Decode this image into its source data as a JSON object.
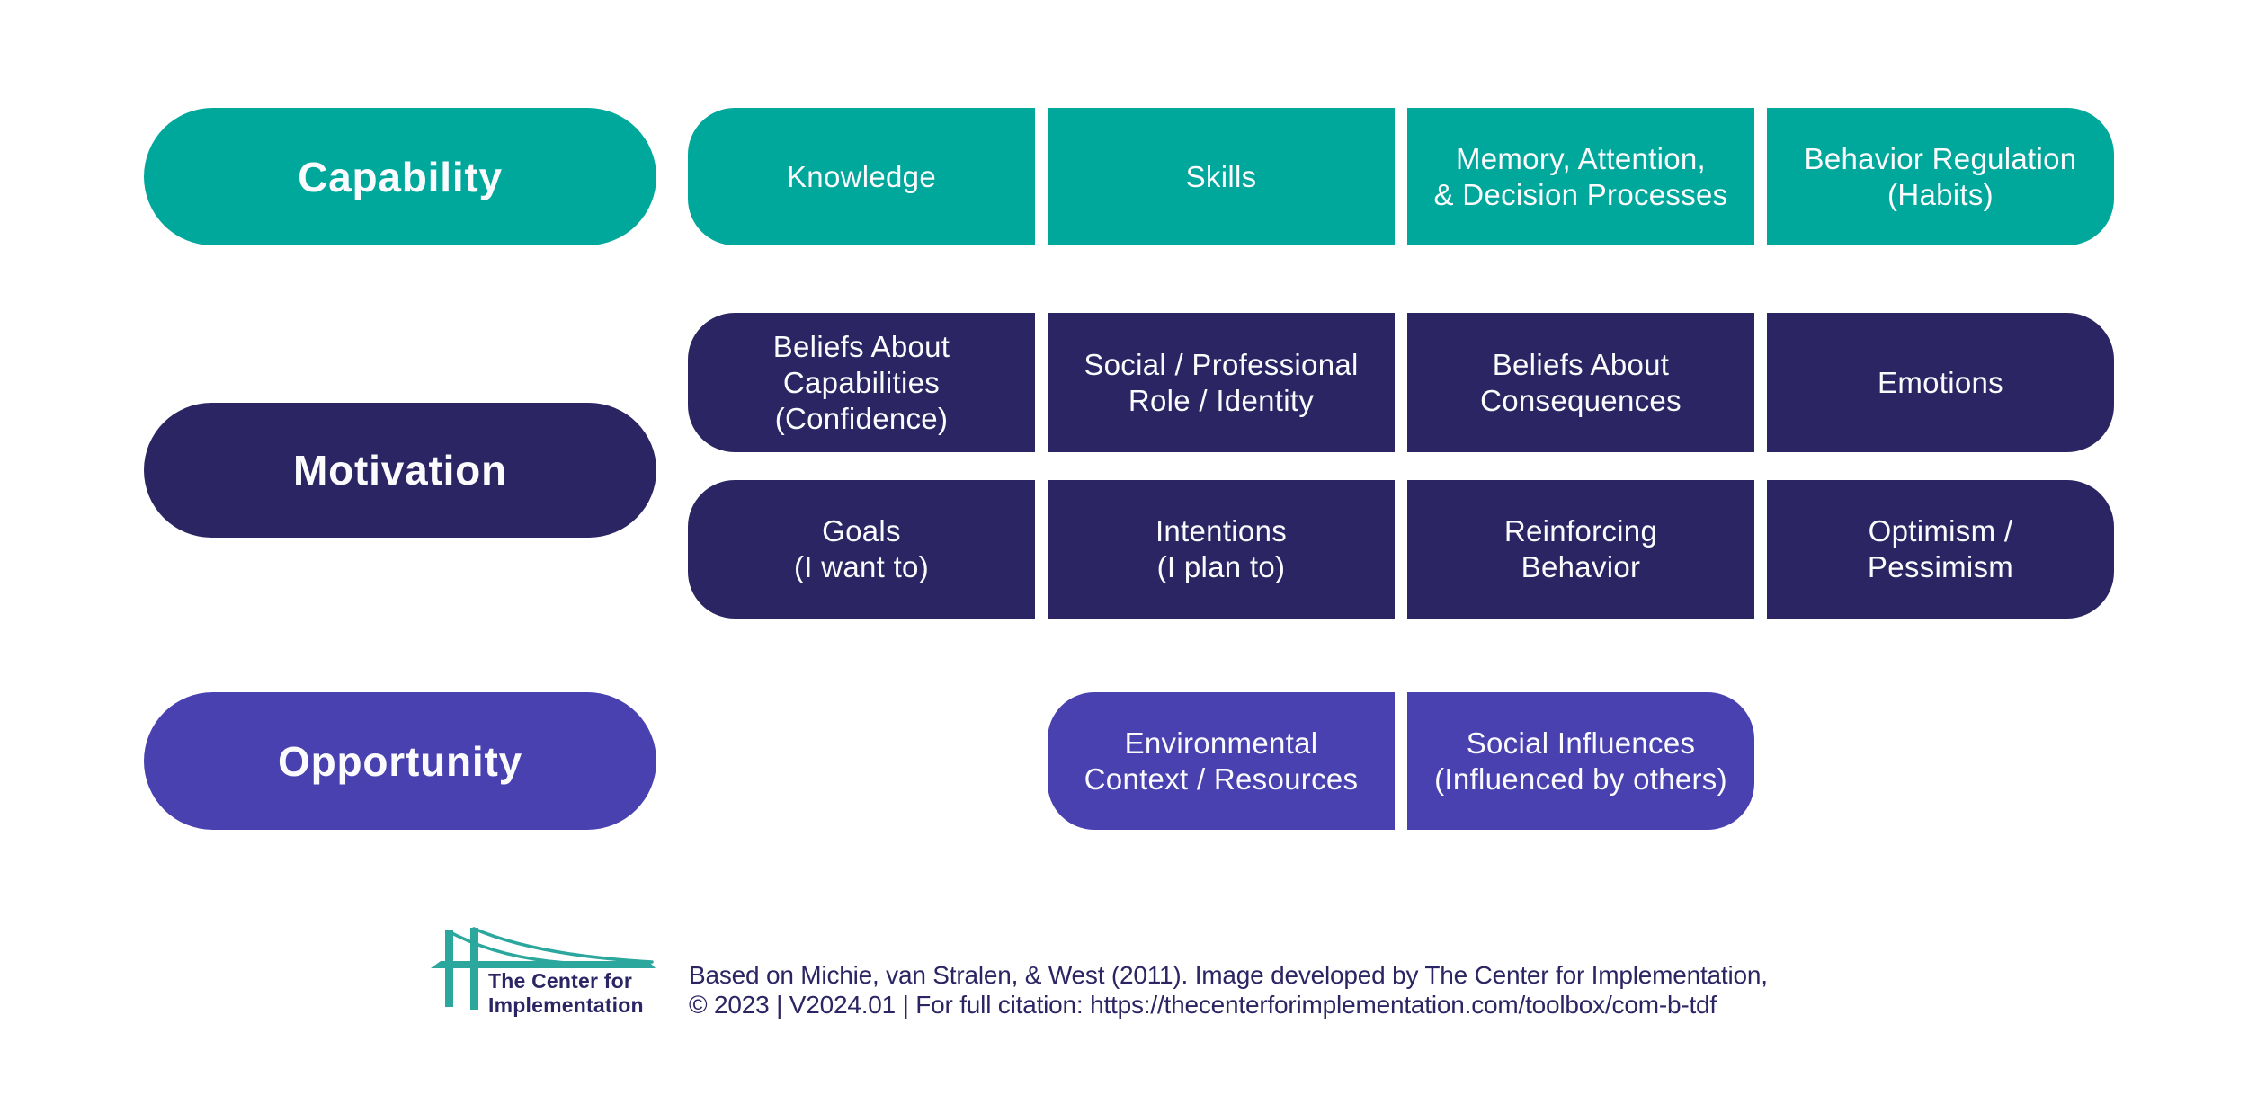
{
  "colors": {
    "background": "#FFFFFF",
    "teal": "#00A79B",
    "navy": "#2B2663",
    "purple": "#4841AF",
    "label": "#FBFBFE",
    "logo-teal": "#2BA79D"
  },
  "capability": {
    "pill_label": "Capability",
    "boxes": [
      "Knowledge",
      "Skills",
      "Memory, Attention,\n& Decision Processes",
      "Behavior Regulation\n(Habits)"
    ]
  },
  "motivation": {
    "pill_label": "Motivation",
    "row1_boxes": [
      "Beliefs About\nCapabilities\n(Confidence)",
      "Social / Professional\nRole / Identity",
      "Beliefs About\nConsequences",
      "Emotions"
    ],
    "row2_boxes": [
      "Goals\n(I want to)",
      "Intentions\n(I plan to)",
      "Reinforcing\nBehavior",
      "Optimism /\nPessimism"
    ]
  },
  "opportunity": {
    "pill_label": "Opportunity",
    "boxes": [
      "Environmental\nContext / Resources",
      "Social Influences\n(Influenced by others)"
    ]
  },
  "footer": {
    "logo_line1": "The Center for",
    "logo_line2": "Implementation",
    "citation_line1": "Based on Michie, van Stralen, & West (2011). Image developed by The Center for Implementation,",
    "citation_line2": "© 2023 | V2024.01 | For full citation: https://thecenterforimplementation.com/toolbox/com-b-tdf"
  }
}
